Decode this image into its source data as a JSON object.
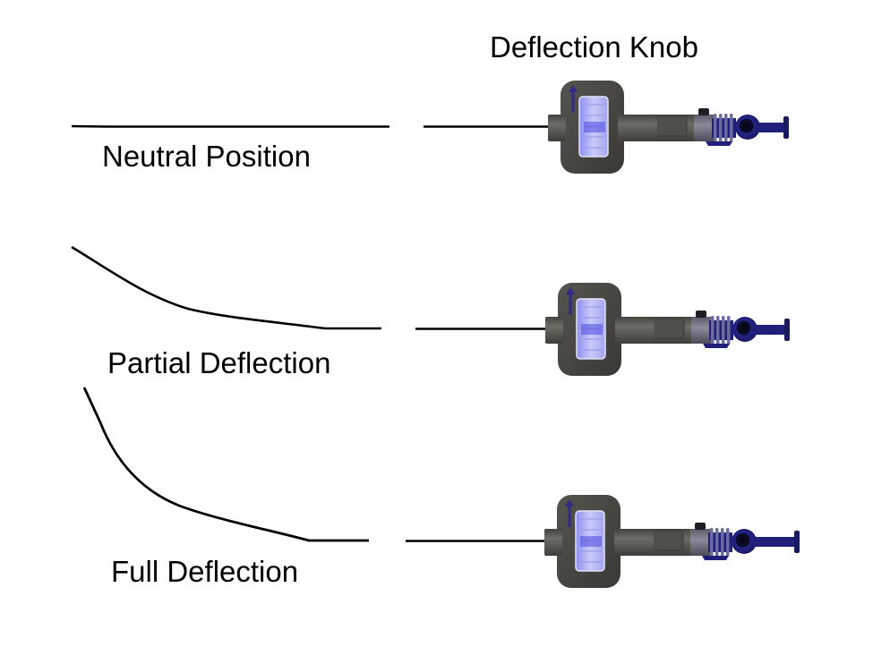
{
  "title": "Deflection Knob",
  "positions": [
    {
      "id": "neutral",
      "label": "Neutral Position",
      "deflection": "none"
    },
    {
      "id": "partial",
      "label": "Partial Deflection",
      "deflection": "partial"
    },
    {
      "id": "full",
      "label": "Full Deflection",
      "deflection": "full"
    }
  ],
  "colors": {
    "catheter": "#000000",
    "knob_body": "#4a4a44",
    "handle": "#5e5d57",
    "knob_wheel": "#b8b8f4",
    "knob_wheel_accent": "#4a4ae0",
    "connector": "#20207a",
    "connector_dark": "#0e0e40",
    "sleeve": "#6b6b78"
  }
}
